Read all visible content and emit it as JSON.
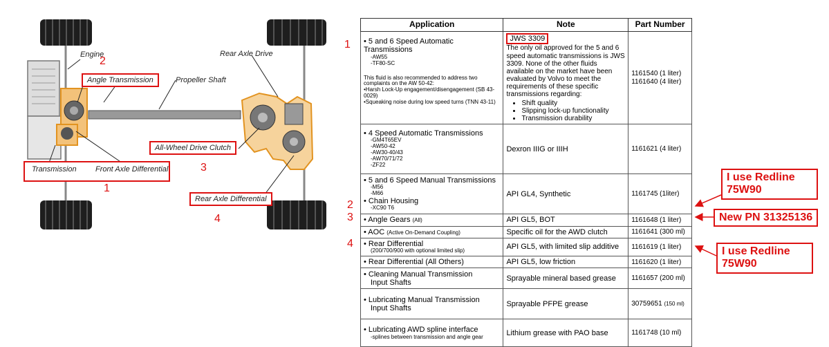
{
  "diagram": {
    "labels": {
      "engine": "Engine",
      "angle_transmission": "Angle Transmission",
      "propeller_shaft": "Propeller Shaft",
      "rear_axle_drive": "Rear Axle Drive",
      "awd_clutch": "All-Wheel Drive Clutch",
      "transmission": "Transmission",
      "front_axle_differential": "Front Axle Differential",
      "rear_axle_differential": "Rear Axle Differential"
    },
    "numbers": {
      "n1": "1",
      "n2": "2",
      "n3": "3",
      "n4": "4"
    },
    "colors": {
      "accent": "#dd1111",
      "highlight": "#f0a030",
      "tire": "#1e1e1e"
    }
  },
  "table": {
    "headers": {
      "application": "Application",
      "note": "Note",
      "part_number": "Part Number"
    },
    "row1": {
      "app_title": "• 5 and 6 Speed Automatic Transmissions",
      "app_models": [
        "-AW55",
        "-TF80-SC"
      ],
      "app_desc": "This fluid is also recommended to address two complaints on the AW 50-42:",
      "app_items": [
        "•Harsh Lock-Up engagement/disengagement (SB 43-0029)",
        "•Squeaking noise during low speed turns (TNN 43-11)"
      ],
      "note_highlight": "JWS 3309",
      "note_text": "The only oil approved for the 5 and 6 speed automatic transmissions is JWS 3309. None of the other fluids available on the market have been evaluated by Volvo to meet the requirements of these specific transmissions regarding:",
      "note_bullets": [
        "Shift quality",
        "Slipping lock-up functionality",
        "Transmission durability"
      ],
      "pn_lines": [
        "1161540 (1 liter)",
        "1161640 (4 liter)"
      ]
    },
    "row2": {
      "app_title": "• 4 Speed Automatic Transmissions",
      "app_models": [
        "-GM4T65EV",
        "-AW50-42",
        "-AW30-40/43",
        "-AW70/71/72",
        "-ZF22"
      ],
      "note": "Dexron IIIG or IIIH",
      "pn": "1161621 (4 liter)"
    },
    "row3": {
      "app_title": "• 5 and 6 Speed Manual Transmissions",
      "app_models": [
        "-M56",
        "-M66"
      ],
      "app_title2": "• Chain Housing",
      "app_models2": [
        "-XC90 T6"
      ],
      "note": "API GL4, Synthetic",
      "pn": "1161745 (1liter)"
    },
    "row4": {
      "app_main": "• Angle Gears ",
      "app_small": "(All)",
      "note": "API GL5, BOT",
      "pn": "1161648 (1 liter)"
    },
    "row5": {
      "app_main": "• AOC ",
      "app_small": "(Active On-Demand Coupling)",
      "note": "Specific oil for the AWD clutch",
      "pn": "1161641 (300 ml)"
    },
    "row6": {
      "app_main": "• Rear Differential",
      "app_small": "(200/700/900 with optional limited slip)",
      "note": "API GL5, with limited slip additive",
      "pn": "1161619 (1 liter)"
    },
    "row7": {
      "app_main": "• Rear Differential (All Others)",
      "note": "API GL5, low friction",
      "pn": "1161620 (1 liter)"
    },
    "row8": {
      "app_line1": "• Cleaning Manual Transmission",
      "app_line2": "Input Shafts",
      "note": "Sprayable mineral based grease",
      "pn": "1161657 (200 ml)"
    },
    "row9": {
      "app_line1": "• Lubricating Manual Transmission",
      "app_line2": "Input Shafts",
      "note": "Sprayable PFPE grease",
      "pn_main": "30759651 ",
      "pn_small": "(150 ml)"
    },
    "row10": {
      "app_line1": "• Lubricating AWD spline interface",
      "app_small": "-splines between transmission and angle gear",
      "note": "Lithium grease with PAO base",
      "pn": "1161748 (10 ml)"
    }
  },
  "row_markers": {
    "r1": "1",
    "r2": "2",
    "r3": "3",
    "r4": "4"
  },
  "callouts": {
    "redline_top_l1": "I use Redline",
    "redline_top_l2": "75W90",
    "new_pn": "New PN 31325136",
    "redline_bottom_l1": "I use Redline",
    "redline_bottom_l2": "75W90"
  }
}
